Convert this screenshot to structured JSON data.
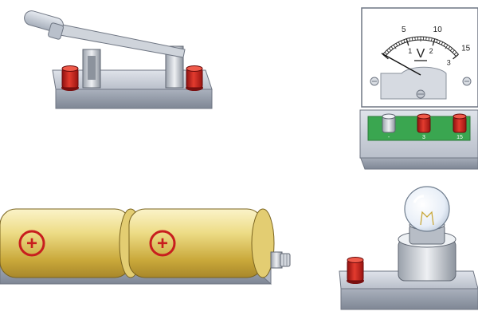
{
  "voltmeter": {
    "unit_symbol": "V",
    "upper_scale": [
      "5",
      "10",
      "15"
    ],
    "lower_scale": [
      "1",
      "2",
      "3"
    ],
    "terminal_labels": [
      "-",
      "3",
      "15"
    ],
    "needle_reading": 0,
    "terminal_panel_color": "#3aa650"
  },
  "battery": {
    "cell_symbols": [
      "+",
      "+"
    ],
    "cell_color": "#e8d26a",
    "symbol_color": "#c81e1e"
  },
  "colors": {
    "terminal_red": "#d0281f",
    "base_gray": "#c7ccd6"
  },
  "components": {
    "knife_switch": "knife-switch",
    "voltmeter": "voltmeter",
    "battery_holder": "battery-holder",
    "bulb": "light-bulb-holder"
  }
}
